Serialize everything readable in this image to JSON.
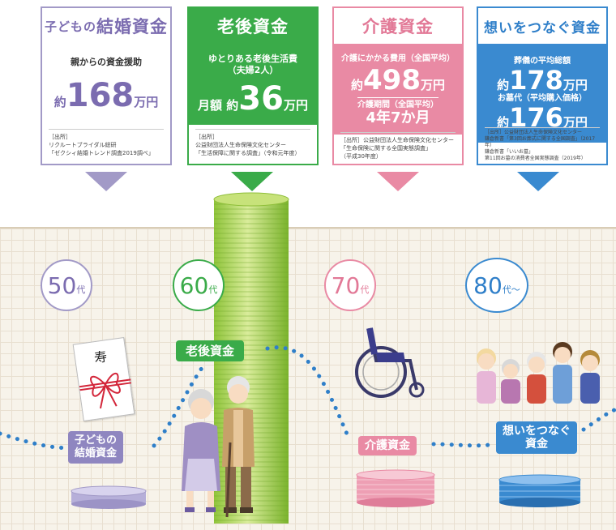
{
  "cards": [
    {
      "title_pre": "子どもの",
      "title_hl": "結婚資金",
      "sub": "親からの資金援助",
      "prefix": "約",
      "num": "168",
      "unit": "万円",
      "source": [
        "［出所］",
        "リクルートブライダル総研",
        "「ゼクシィ結婚トレンド調査2019調べ」"
      ]
    },
    {
      "title": "老後資金",
      "sub1": "ゆとりある老後生活費",
      "sub2": "（夫婦2人）",
      "prefix": "月額 約",
      "num": "36",
      "unit": "万円",
      "source": [
        "［出所］",
        "公益財団法人生命保険文化センター",
        "「生活保障に関する調査」（令和元年度）"
      ]
    },
    {
      "title": "介護資金",
      "sub1": "介護にかかる費用（全国平均）",
      "prefix": "約",
      "num": "498",
      "unit": "万円",
      "sub2": "介護期間（全国平均）",
      "period": "4年7か月",
      "source": [
        "［出所］公益財団法人生命保険文化センター",
        "「生命保険に関する全国実態調査」",
        "（平成30年度）"
      ]
    },
    {
      "title": "想いをつなぐ資金",
      "sub1": "葬儀の平均総額",
      "prefix1": "約",
      "num1": "178",
      "unit1": "万円",
      "sub2": "お墓代（平均購入価格）",
      "prefix2": "約",
      "num2": "176",
      "unit2": "万円",
      "source": [
        "［出所］公益財団法人生命保険文化センター",
        "鎌倉新書「第3回お葬式に関する全国調査」（2017年）",
        "鎌倉新書「いいお墓」",
        "第11回お墓の消費者全国実態調査（2019年）"
      ]
    }
  ],
  "ages": [
    {
      "num": "50",
      "suffix": "代"
    },
    {
      "num": "60",
      "suffix": "代"
    },
    {
      "num": "70",
      "suffix": "代"
    },
    {
      "num": "80",
      "suffix": "代～"
    }
  ],
  "labels": {
    "child": [
      "子どもの",
      "結婚資金"
    ],
    "retire": "老後資金",
    "care": "介護資金",
    "legacy": [
      "想いをつなぐ",
      "資金"
    ]
  },
  "kotobuki": "寿",
  "colors": {
    "purple": "#a29ac7",
    "green": "#3aab49",
    "pink": "#e98aa4",
    "blue": "#3a8ad0"
  }
}
